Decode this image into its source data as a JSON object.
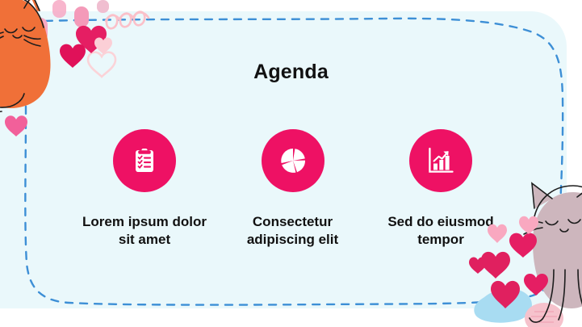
{
  "slide": {
    "title": "Agenda",
    "background_color": "#ffffff",
    "panel_color": "#eaf8fb",
    "border_color": "#3d8fd6",
    "accent_color": "#ee1164",
    "text_color": "#111111"
  },
  "items": [
    {
      "icon": "clipboard-checklist-icon",
      "label": "Lorem ipsum dolor sit amet"
    },
    {
      "icon": "pie-chart-icon",
      "label": "Consectetur adipiscing elit"
    },
    {
      "icon": "bar-chart-growth-icon",
      "label": "Sed do eiusmod tempor"
    }
  ],
  "decorations": {
    "cat_orange": "orange-cat-illustration",
    "cat_grey": "grey-cat-illustration",
    "hearts": "floating-hearts",
    "squiggle": "pink-squiggle-line",
    "blobs": "pastel-blobs"
  }
}
